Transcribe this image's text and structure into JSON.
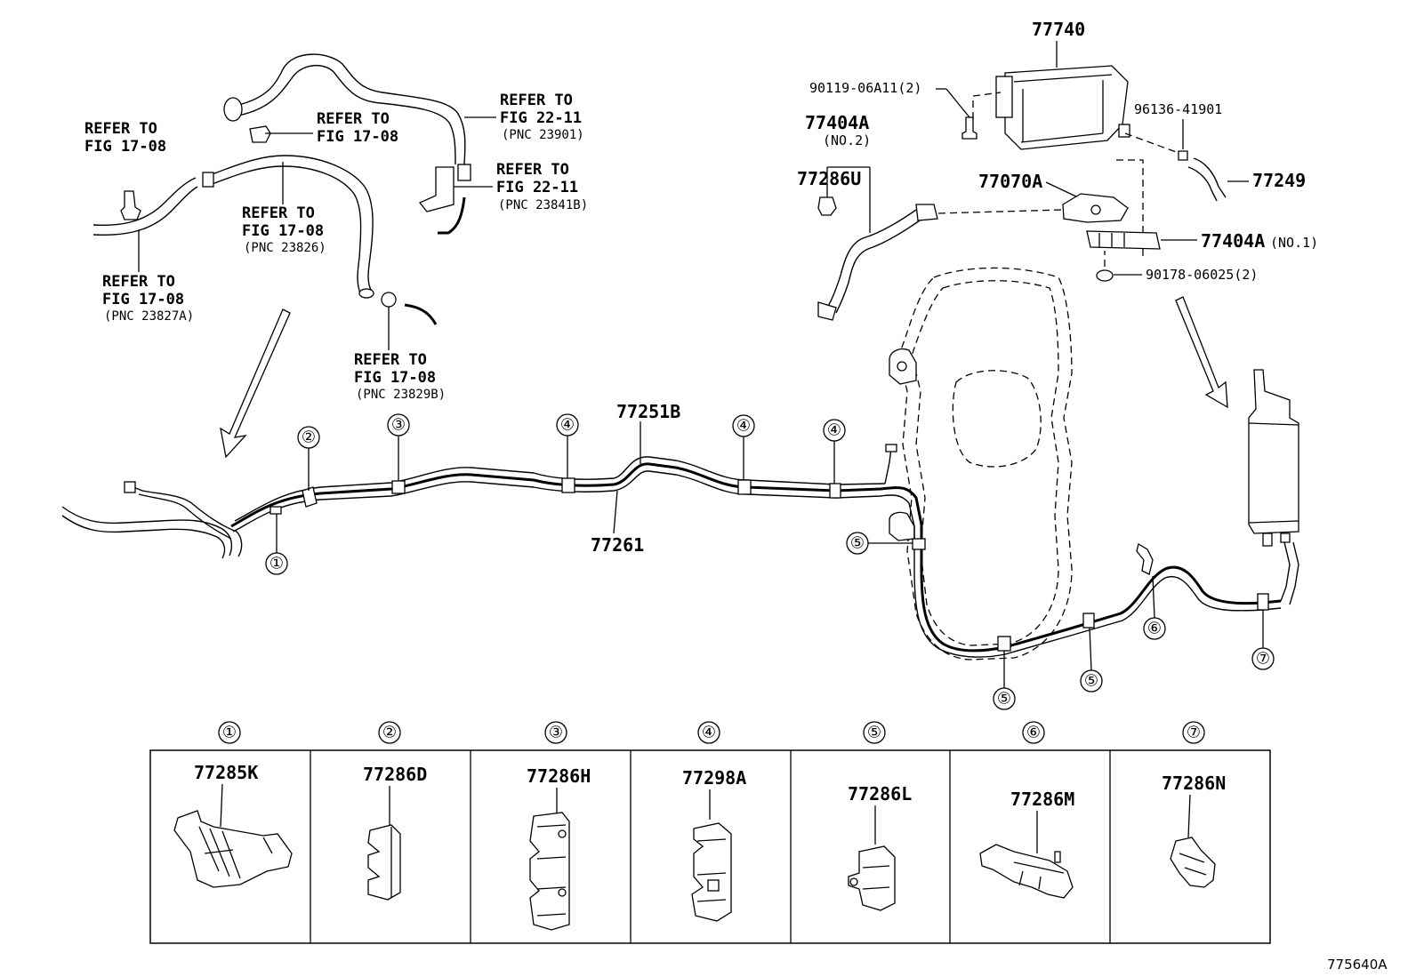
{
  "part_numbers": {
    "p77740": "77740",
    "p90119": "90119-06A11(2)",
    "p96136": "96136-41901",
    "p77404A_no2": "77404A",
    "p77404A_no2_sub": "(NO.2)",
    "p77286U": "77286U",
    "p77070A": "77070A",
    "p77249": "77249",
    "p77404A_no1": "77404A",
    "p77404A_no1_sub": "(NO.1)",
    "p90178": "90178-06025(2)",
    "p77251B": "77251B",
    "p77261": "77261"
  },
  "references": [
    {
      "line1": "REFER TO",
      "line2": "FIG 17-08",
      "line3": ""
    },
    {
      "line1": "REFER TO",
      "line2": "FIG 17-08",
      "line3": ""
    },
    {
      "line1": "REFER TO",
      "line2": "FIG 22-11",
      "line3": "(PNC 23901)"
    },
    {
      "line1": "REFER TO",
      "line2": "FIG 22-11",
      "line3": "(PNC 23841B)"
    },
    {
      "line1": "REFER TO",
      "line2": "FIG 17-08",
      "line3": "(PNC 23826)"
    },
    {
      "line1": "REFER TO",
      "line2": "FIG 17-08",
      "line3": "(PNC 23827A)"
    },
    {
      "line1": "REFER TO",
      "line2": "FIG 17-08",
      "line3": "(PNC 23829B)"
    }
  ],
  "callouts": [
    "①",
    "②",
    "③",
    "④",
    "④",
    "④",
    "⑤",
    "⑤",
    "⑤",
    "⑥",
    "⑦"
  ],
  "clip_table": [
    {
      "circle": "①",
      "part": "77285K"
    },
    {
      "circle": "②",
      "part": "77286D"
    },
    {
      "circle": "③",
      "part": "77286H"
    },
    {
      "circle": "④",
      "part": "77298A"
    },
    {
      "circle": "⑤",
      "part": "77286L"
    },
    {
      "circle": "⑥",
      "part": "77286M"
    },
    {
      "circle": "⑦",
      "part": "77286N"
    }
  ],
  "illustration_id": "775640A",
  "icons": [
    "canister-icon",
    "fuel-tank-icon",
    "hose-icon",
    "clip-icon",
    "bolt-icon",
    "valve-icon"
  ]
}
